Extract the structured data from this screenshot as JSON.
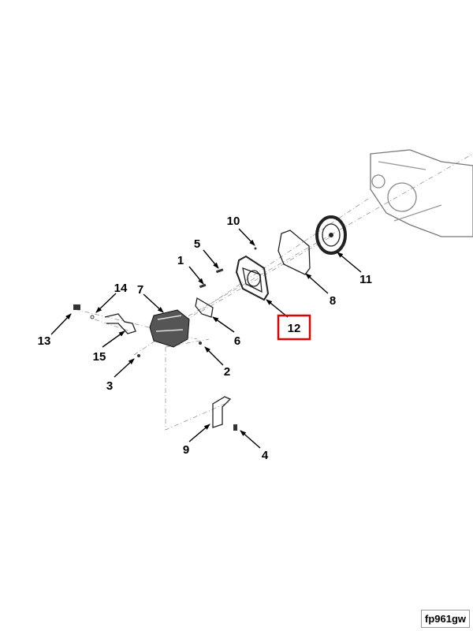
{
  "callouts": {
    "c1": "1",
    "c2": "2",
    "c3": "3",
    "c4": "4",
    "c5": "5",
    "c6": "6",
    "c7": "7",
    "c8": "8",
    "c9": "9",
    "c10": "10",
    "c11": "11",
    "c12": "12",
    "c13": "13",
    "c14": "14",
    "c15": "15"
  },
  "highlighted_callout": "12",
  "highlight_color": "#e00000",
  "figure_id": "fp961gw"
}
